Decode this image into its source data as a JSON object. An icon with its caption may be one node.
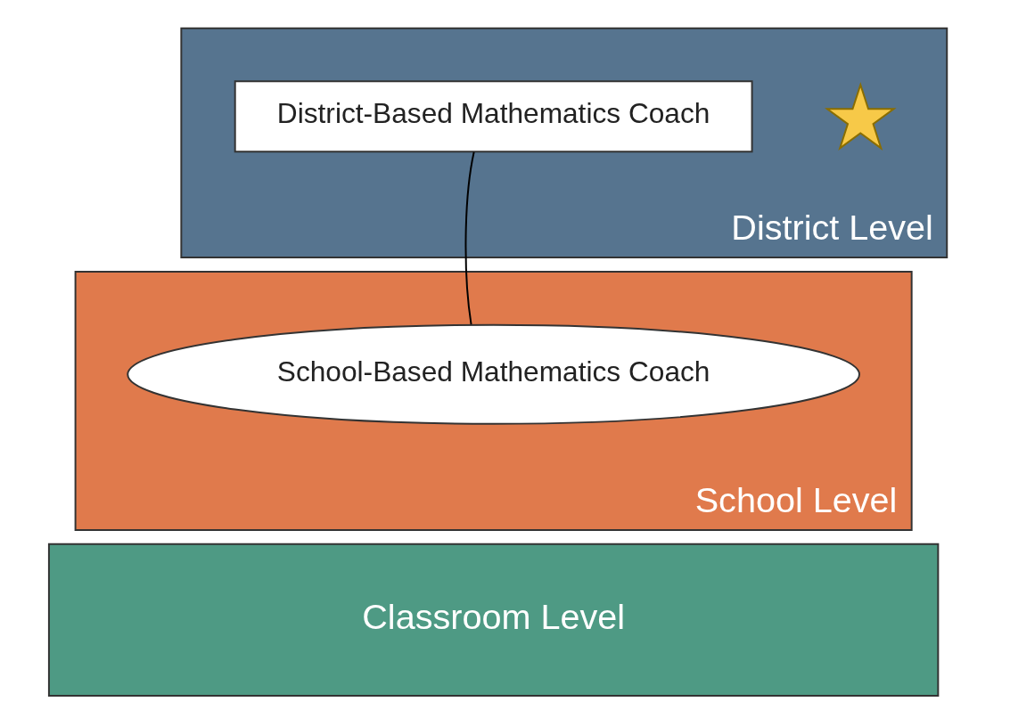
{
  "diagram": {
    "nodes": [
      {
        "text": [
          "District Level"
        ]
      },
      {
        "text": [],
        "shape": "star",
        "in": 0
      },
      {
        "text": [
          "District-Based Mathematics Coach"
        ],
        "in": 0
      },
      {
        "text": [
          "School Level"
        ]
      },
      {
        "text": [
          "School-Based Mathematics Coach"
        ],
        "in": 3
      },
      {
        "text": [
          "Classroom Level"
        ]
      }
    ],
    "edges": [
      {
        "from": 2,
        "to": 4,
        "arrow": "none"
      }
    ]
  }
}
